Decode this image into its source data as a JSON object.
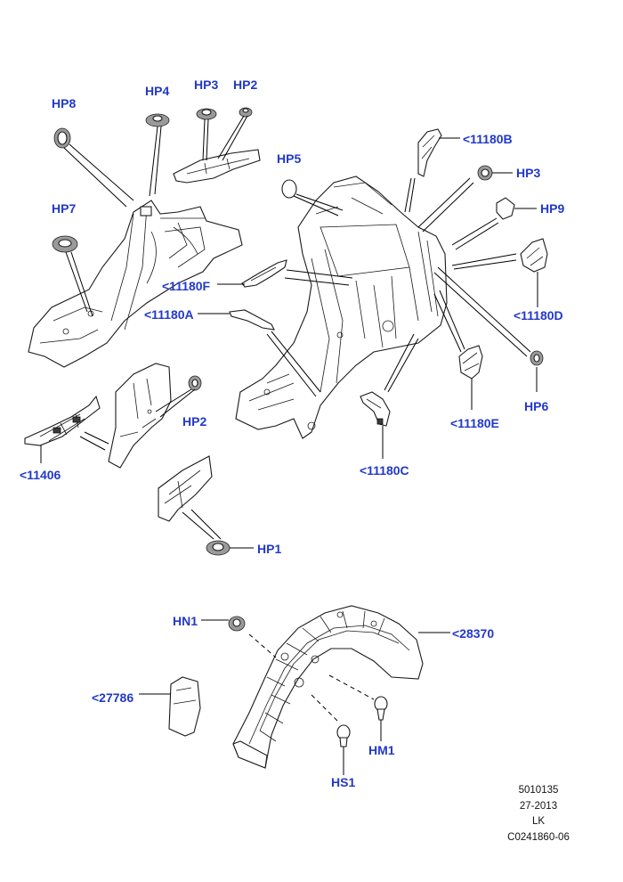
{
  "callouts": {
    "hp8": "HP8",
    "hp4": "HP4",
    "hp3_top": "HP3",
    "hp2_top": "HP2",
    "hp5": "HP5",
    "c11180b": "<11180B",
    "hp3_right": "HP3",
    "hp9": "HP9",
    "hp7": "HP7",
    "c11180f": "<11180F",
    "c11180a": "<11180A",
    "c11180d": "<11180D",
    "hp2_mid": "HP2",
    "hp6": "HP6",
    "c11180e": "<11180E",
    "c11406": "<11406",
    "c11180c": "<11180C",
    "hp1": "HP1",
    "hn1": "HN1",
    "c28370": "<28370",
    "c27786": "<27786",
    "hm1": "HM1",
    "hs1": "HS1"
  },
  "reference": {
    "line1": "5010135",
    "line2": "27-2013",
    "line3": "LK",
    "line4": "C0241860-06"
  },
  "colors": {
    "callout": "#2239c9",
    "linework": "#1a1a1a"
  }
}
